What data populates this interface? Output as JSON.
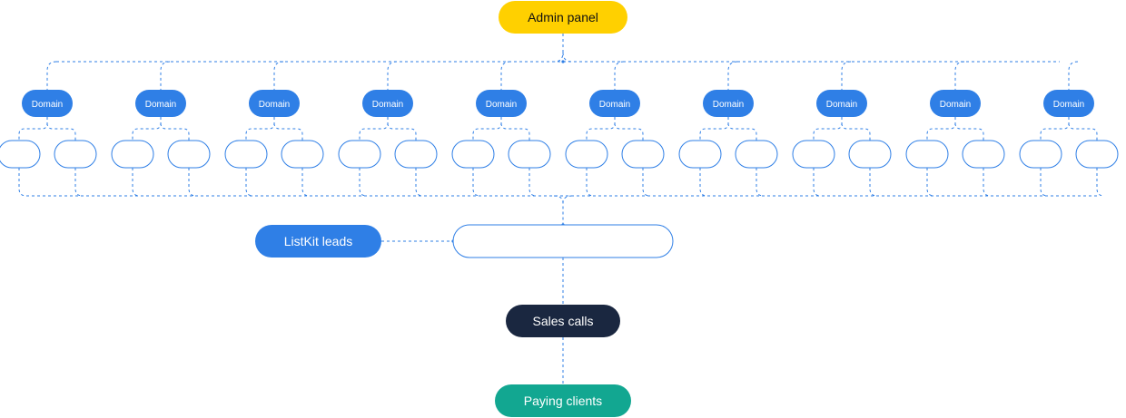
{
  "diagram": {
    "top_node": {
      "label": "Admin panel",
      "color": "#FFD000"
    },
    "domain_label": "Domain",
    "domain_count": 10,
    "domain_color": "#2F7FE6",
    "inbox_outline_color": "#2F7FE6",
    "leads_node": {
      "label": "ListKit leads",
      "color": "#2F7FE6"
    },
    "aggregator_node": {
      "label": ""
    },
    "sales_node": {
      "label": "Sales calls",
      "color": "#1A2740"
    },
    "clients_node": {
      "label": "Paying clients",
      "color": "#12A791"
    },
    "connector_color": "#2F7FE6"
  }
}
